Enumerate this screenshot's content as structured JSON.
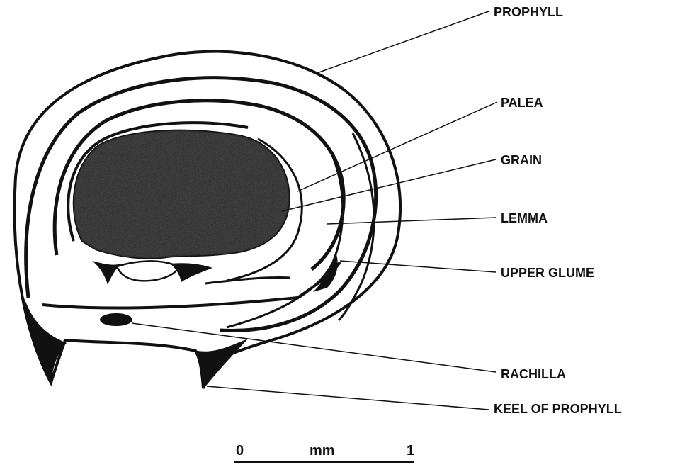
{
  "labels": {
    "prophyll": "PROPHYLL",
    "palea": "PALEA",
    "grain": "GRAIN",
    "lemma": "LEMMA",
    "upper_glume": "UPPER GLUME",
    "rachilla": "RACHILLA",
    "keel_of_prophyll": "KEEL OF PROPHYLL"
  },
  "scale_bar": {
    "start": "0",
    "unit": "mm",
    "end": "1"
  },
  "colors": {
    "ink": "#111111",
    "grain_fill": "#1f1f1f",
    "background": "#ffffff"
  }
}
